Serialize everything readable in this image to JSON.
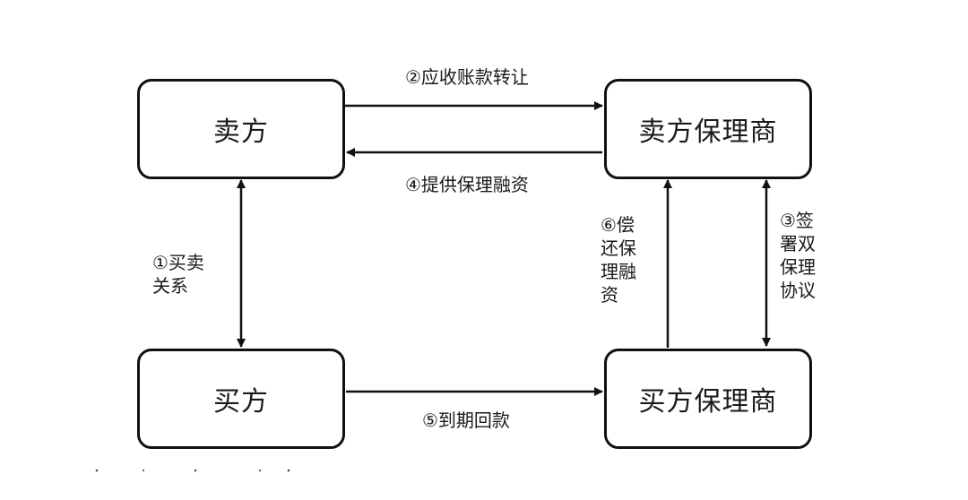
{
  "diagram": {
    "nodes": {
      "seller": "卖方",
      "seller_factor": "卖方保理商",
      "buyer": "买方",
      "buyer_factor": "买方保理商"
    },
    "edges": {
      "e1": "①买卖关系",
      "e2": "②应收账款转让",
      "e3": "③签署双保理协议",
      "e4": "④提供保理融资",
      "e5": "⑤到期回款",
      "e6": "⑥偿还保理融资"
    },
    "line_color": "#111111"
  }
}
